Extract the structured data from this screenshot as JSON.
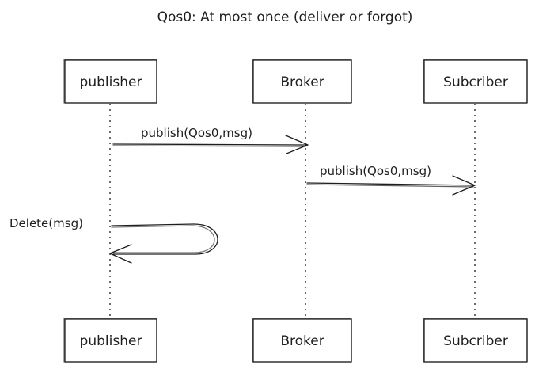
{
  "diagram": {
    "title": "Qos0: At most once (deliver or forgot)",
    "participants": [
      {
        "id": "publisher",
        "label": "publisher",
        "fill": "#eebefa",
        "stroke": "#1e1e1e",
        "hatch": "#c55bd6"
      },
      {
        "id": "broker",
        "label": "Broker",
        "fill": "#b2f2bb",
        "stroke": "#1e1e1e",
        "hatch": "#4fb360"
      },
      {
        "id": "subscriber",
        "label": "Subcriber",
        "fill": "#c4d0fb",
        "stroke": "#1e1e1e",
        "hatch": "#5b73e0"
      }
    ],
    "messages": [
      {
        "from": "publisher",
        "to": "broker",
        "label": "publish(Qos0,msg)"
      },
      {
        "from": "broker",
        "to": "subscriber",
        "label": "publish(Qos0,msg)"
      },
      {
        "from": "publisher",
        "to": "publisher",
        "label": "Delete(msg)"
      }
    ]
  }
}
